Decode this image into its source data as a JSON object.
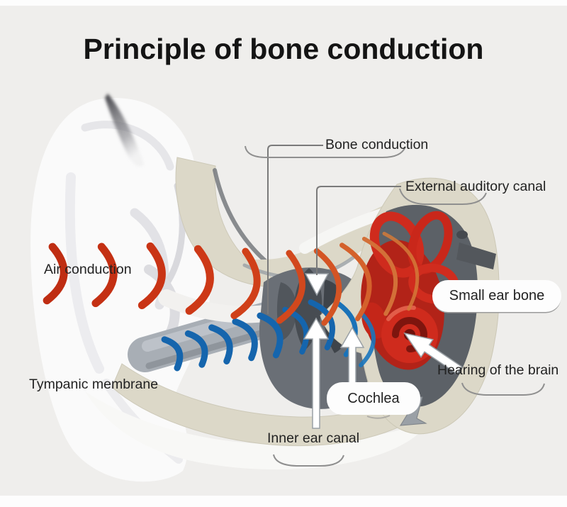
{
  "title": "Principle of bone conduction",
  "labels": {
    "bone_conduction": "Bone conduction",
    "external_auditory_canal": "External auditory canal",
    "air_conduction": "Air conduction",
    "small_ear_bone": "Small ear bone",
    "hearing_of_the_brain": "Hearing of the brain",
    "tympanic_membrane": "Tympanic membrane",
    "cochlea": "Cochlea",
    "inner_ear_canal": "Inner ear canal"
  },
  "colors": {
    "background": "#efeeec",
    "page_edge": "#fdfdfd",
    "title_text": "#141414",
    "label_text": "#222222",
    "leader_line": "#7a7a7a",
    "bone_beige": "#dcd8c8",
    "cavity_gray": "#5c6167",
    "wave_orange_start": "#bf2d12",
    "wave_orange_end": "#d47a38",
    "wave_blue": "#1565ad",
    "labyrinth_red": "#cf2b1d",
    "ossicle_gray": "#474c52",
    "canal_tube_gray": "#a8aeb5",
    "pinna_white": "#fafafa"
  }
}
